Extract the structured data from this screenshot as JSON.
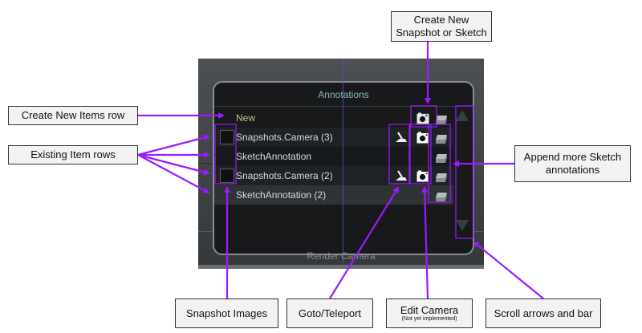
{
  "panel": {
    "title": "Annotations",
    "footer": "Render Camera",
    "rows": [
      {
        "label": "New",
        "type": "new",
        "thumbnail": false,
        "goto": false,
        "camera": true,
        "sketch": true
      },
      {
        "label": "Snapshots.Camera (3)",
        "type": "snapshot",
        "thumbnail": true,
        "goto": true,
        "camera": true,
        "sketch": true
      },
      {
        "label": "SketchAnnotation",
        "type": "sketch",
        "thumbnail": false,
        "goto": false,
        "camera": false,
        "sketch": true
      },
      {
        "label": "Snapshots.Camera (2)",
        "type": "snapshot",
        "thumbnail": true,
        "goto": true,
        "camera": true,
        "sketch": true
      },
      {
        "label": "SketchAnnotation (2)",
        "type": "sketch",
        "thumbnail": false,
        "goto": false,
        "camera": false,
        "sketch": true,
        "selected": true
      }
    ],
    "icons": {
      "goto": "goto-teleport-icon",
      "camera": "camera-icon",
      "sketch": "sketch-eraser-icon",
      "scroll_up": "triangle-up-icon",
      "scroll_down": "triangle-down-icon"
    }
  },
  "callouts": {
    "create_new_snapshot": "Create New Snapshot or Sketch",
    "create_new_items_row": "Create New Items row",
    "existing_item_rows": "Existing Item rows",
    "append_sketch": "Append more Sketch annotations",
    "snapshot_images": "Snapshot Images",
    "goto_teleport": "Goto/Teleport",
    "edit_camera": "Edit Camera",
    "edit_camera_note": "(Not yet implemented)",
    "scroll": "Scroll arrows and bar"
  },
  "colors": {
    "annotation_accent": "#9b1aff",
    "panel_title": "#8fb7b8",
    "new_row_text": "#c9c28a"
  }
}
